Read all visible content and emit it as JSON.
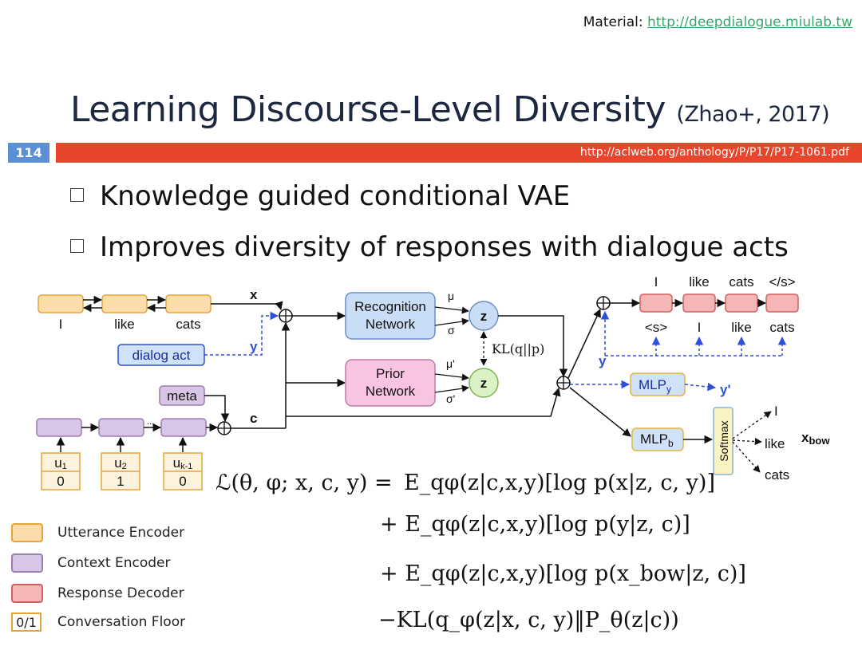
{
  "header": {
    "material_label": "Material:",
    "material_url": "http://deepdialogue.miulab.tw",
    "title": "Learning Discourse-Level Diversity",
    "citation": "(Zhao+, 2017)",
    "slide_number": "114",
    "paper_url": "http://aclweb.org/anthology/P/P17/P17-1061.pdf"
  },
  "bullets": [
    "Knowledge guided conditional VAE",
    "Improves diversity of responses with dialogue acts"
  ],
  "diagram": {
    "utterance_words": [
      "I",
      "like",
      "cats"
    ],
    "x_label": "x",
    "y_label": "y",
    "c_label": "c",
    "dialog_act": "dialog act",
    "meta": "meta",
    "dots": "...",
    "recognition_network": [
      "Recognition",
      "Network"
    ],
    "prior_network": [
      "Prior",
      "Network"
    ],
    "z_label": "z",
    "mu": "μ",
    "sigma": "σ",
    "mu_prime": "μ'",
    "sigma_prime": "σ'",
    "kl_label": "KL(q||p)",
    "output_words": [
      "I",
      "like",
      "cats",
      "</s>"
    ],
    "input_words": [
      "<s>",
      "I",
      "like",
      "cats"
    ],
    "mlp_y": "MLP",
    "mlp_y_sub": "y",
    "y_prime": "y'",
    "mlp_b": "MLP",
    "mlp_b_sub": "b",
    "softmax": "Softmax",
    "bow_words": [
      "I",
      "like",
      "cats"
    ],
    "x_bow": "x",
    "x_bow_sub": "bow",
    "floor_items": [
      {
        "u": "u",
        "sub": "1",
        "v": "0"
      },
      {
        "u": "u",
        "sub": "2",
        "v": "1"
      },
      {
        "u": "u",
        "sub": "k-1",
        "v": "0"
      }
    ]
  },
  "legend": {
    "utterance_encoder": "Utterance Encoder",
    "context_encoder": "Context Encoder",
    "response_decoder": "Response Decoder",
    "floor_swatch": "0/1",
    "conversation_floor": "Conversation Floor"
  },
  "colors": {
    "utterance": "#fbdcaa",
    "utterance_border": "#e3a53a",
    "context": "#d9c6e6",
    "context_border": "#9b7fb3",
    "decoder": "#f4b6b6",
    "decoder_border": "#d0605f",
    "network": "#c9def6",
    "prior": "#f8c4e2",
    "z_circle": "#daf2c5",
    "mlp": "#cfe2f9",
    "softmax": "#f8f3c0",
    "dashed": "#2f4fd8",
    "red_bar": "#e8462c",
    "slide_num": "#5b8fd6"
  },
  "equation": {
    "lhs": "ℒ(θ, φ; x, c, y) =",
    "lines": [
      "E_qφ(z|c,x,y)[log p(x|z, c, y)]",
      "+ E_qφ(z|c,x,y)[log p(y|z, c)]",
      "+ E_qφ(z|c,x,y)[log p(x_bow|z, c)]",
      "−KL(q_φ(z|x, c, y)‖P_θ(z|c))"
    ]
  }
}
